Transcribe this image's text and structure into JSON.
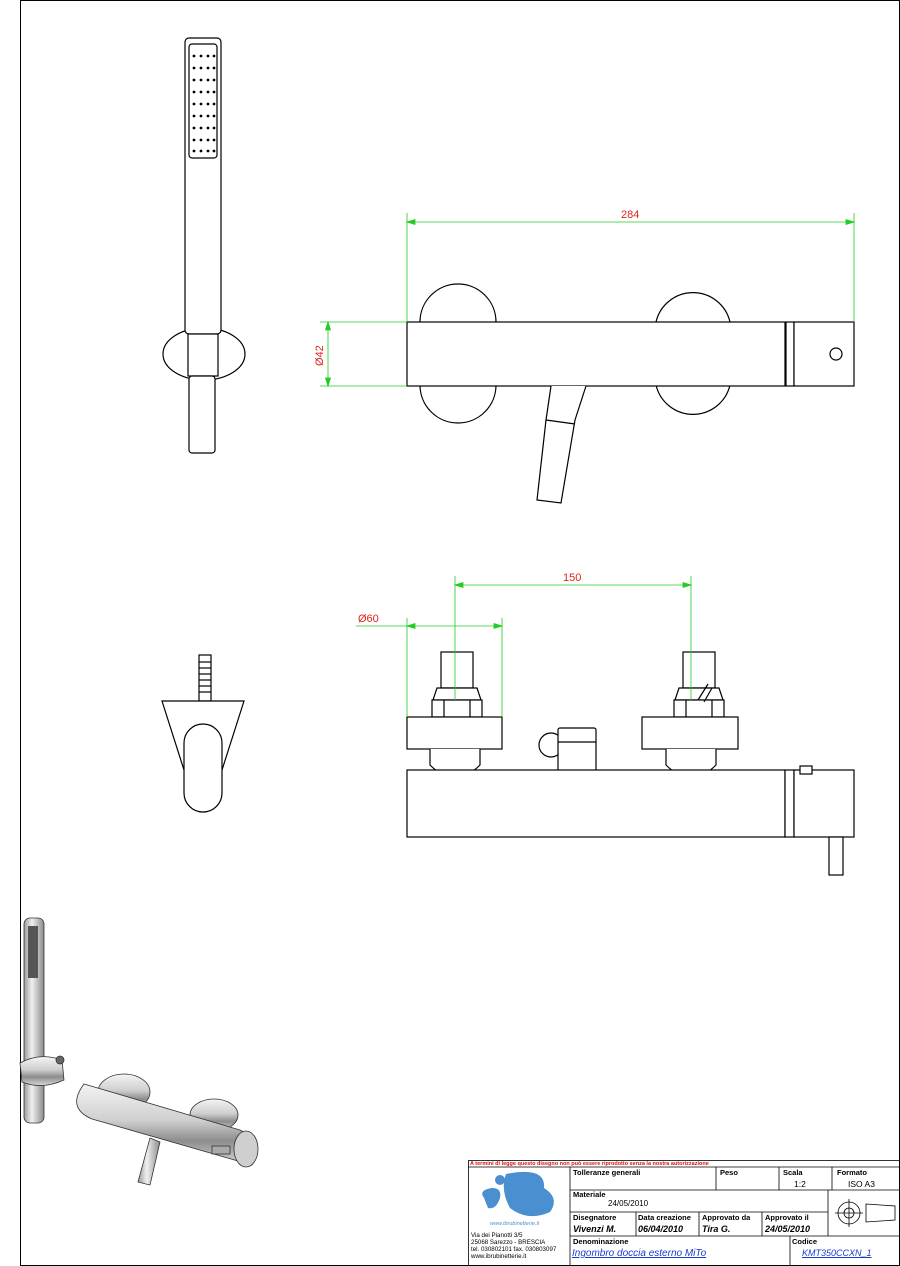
{
  "dimensions": {
    "overall_length": "284",
    "body_diameter": "Ø42",
    "connection_spacing": "150",
    "connection_diameter": "Ø60"
  },
  "title_block": {
    "legal_notice": "A termini di legge questo disegno non può essere riprodotto senza la nostra autorizzazione",
    "tolerances_label": "Tolleranze generali",
    "weight_label": "Peso",
    "scale_label": "Scala",
    "scale_value": "1:2",
    "format_label": "Formato",
    "format_value": "ISO A3",
    "material_label": "Materiale",
    "material_date": "24/05/2010",
    "designer_label": "Disegnatore",
    "designer_value": "Vivenzi M.",
    "created_label": "Data creazione",
    "created_value": "06/04/2010",
    "approved_by_label": "Approvato da",
    "approved_by_value": "Tira G.",
    "approved_on_label": "Approvato il",
    "approved_on_value": "24/05/2010",
    "name_label": "Denominazione",
    "name_value": "Ingombro doccia esterno MiTo",
    "code_label": "Codice",
    "code_value": "KMT350CCXN_1",
    "company_web": "www.ibrubinetterie.it",
    "address_1": "Via dei Pianotti 3/5",
    "address_2": "25068 Sarezzo - BRESCIA",
    "address_3": "tel. 030802101 fax. 030803097",
    "address_4": "www.ibrubinetterie.it"
  },
  "colors": {
    "dimension_line": "#22cc22",
    "dimension_text": "#e0241b",
    "logo": "#4a8fd0",
    "link": "#1a3bd1"
  }
}
